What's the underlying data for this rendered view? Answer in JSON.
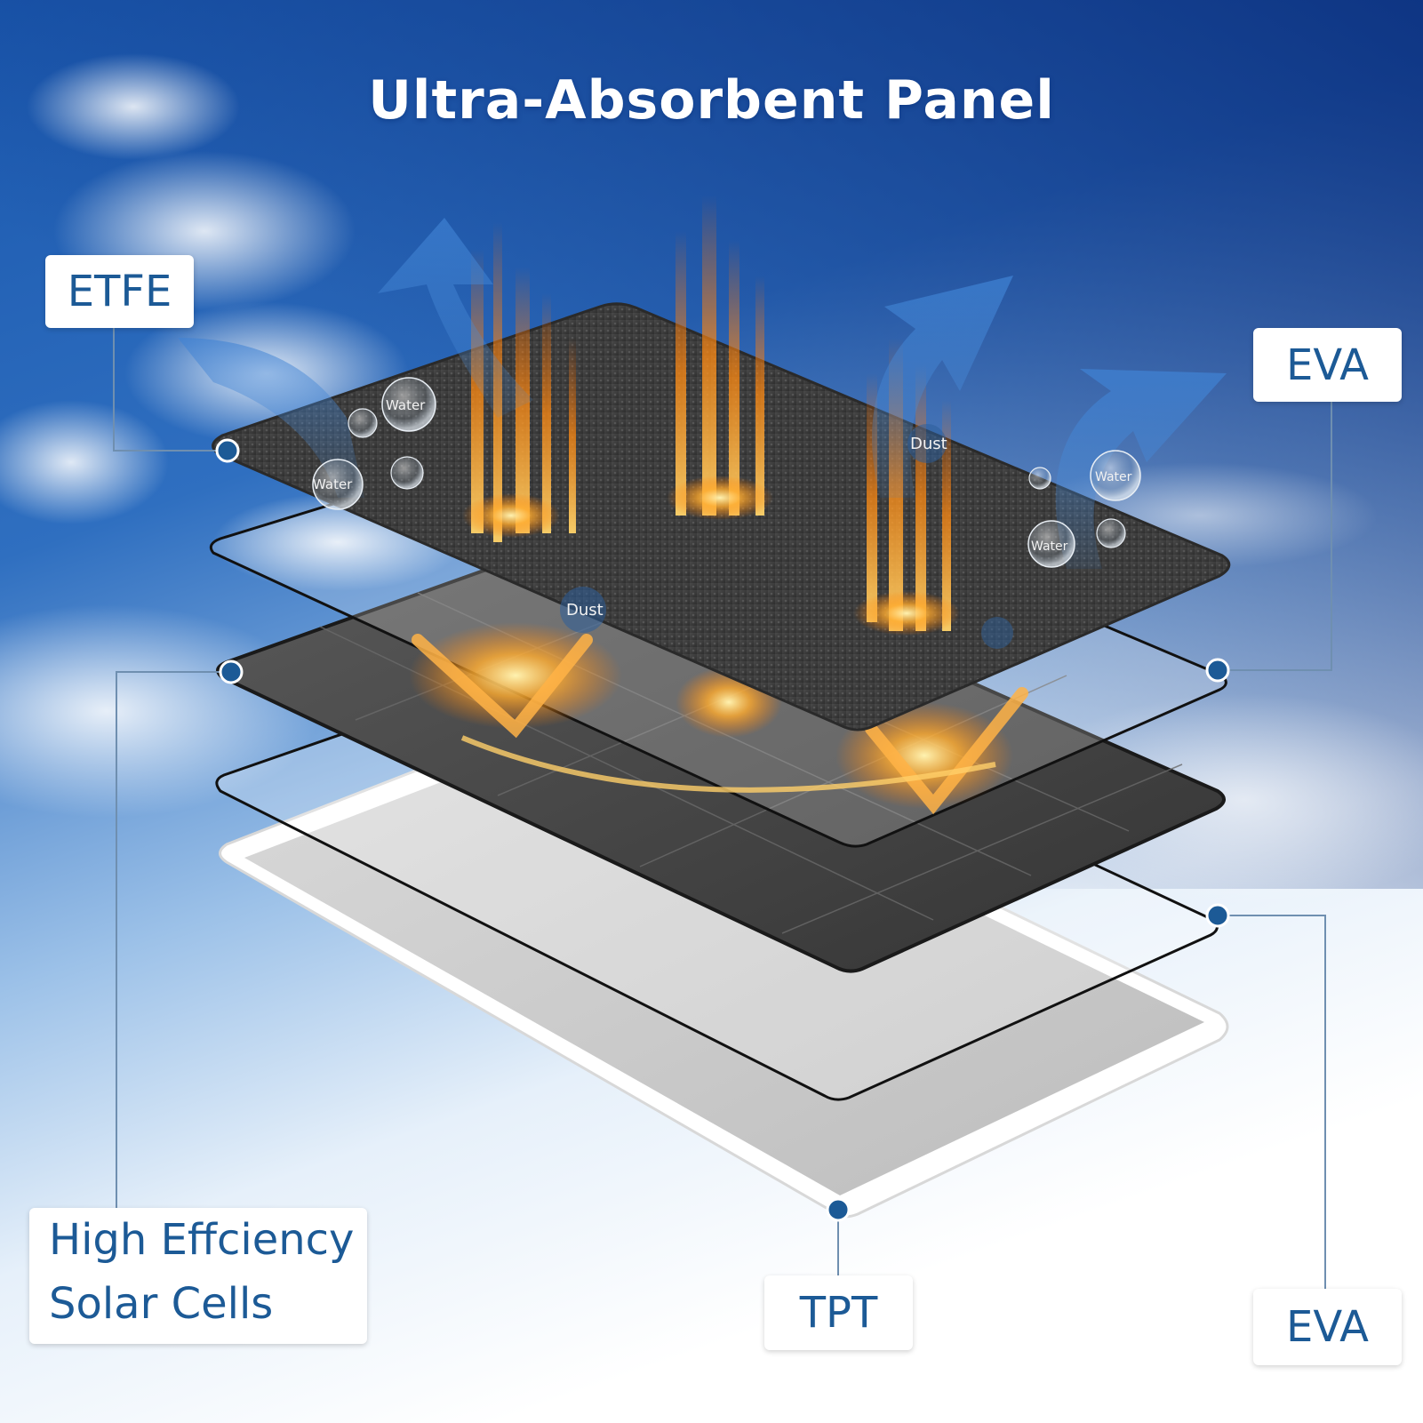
{
  "title": "Ultra-Absorbent Panel",
  "labels": {
    "etfe": "ETFE",
    "eva_top": "EVA",
    "cells_line1": "High Effciency",
    "cells_line2": "Solar Cells",
    "tpt": "TPT",
    "eva_bottom": "EVA"
  },
  "tags": {
    "water": "Water",
    "dust": "Dust"
  },
  "colors": {
    "sky_top": "#0b3a8a",
    "sky_bottom": "#ffffff",
    "label_text": "#1c5a96",
    "dot": "#1c5a96",
    "panel_dark": "#3a3a3a",
    "glow": "#ff9a1a",
    "arrow": "#4e8fd8"
  }
}
